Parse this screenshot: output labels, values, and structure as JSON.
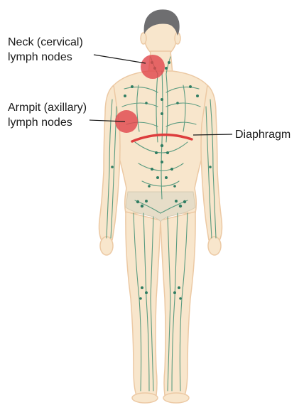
{
  "labels": {
    "neck_line1": "Neck (cervical)",
    "neck_line2": "lymph nodes",
    "armpit_line1": "Armpit (axillary)",
    "armpit_line2": "lymph nodes",
    "diaphragm": "Diaphragm"
  },
  "colors": {
    "skin_fill": "#f8e6cc",
    "skin_outline": "#ecc9a4",
    "hair": "#6e6e70",
    "lymph_vessels": "#3f8f73",
    "lymph_nodes": "#2f7d62",
    "highlight_circle": "#e0454b",
    "diaphragm_line": "#dd3d3d",
    "leader_lines": "#1a1a1a"
  }
}
